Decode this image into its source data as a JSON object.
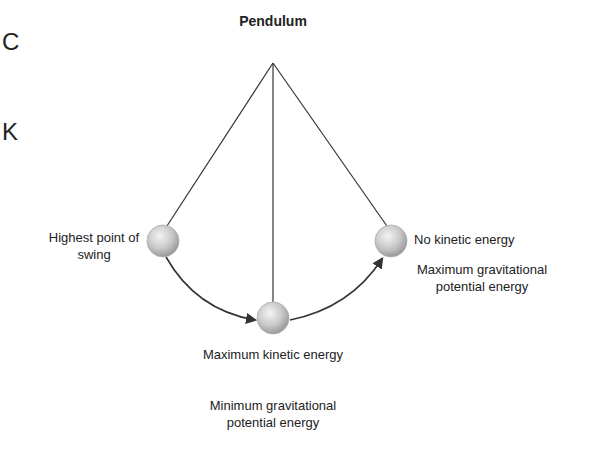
{
  "diagram": {
    "title": "Pendulum",
    "labels": [
      "C",
      "K",
      "Highest point of swing",
      "No kinetic energy",
      "Maximum gravitational potential energy",
      "Maximum kinetic energy",
      "Minimum gravitational potential energy"
    ]
  }
}
